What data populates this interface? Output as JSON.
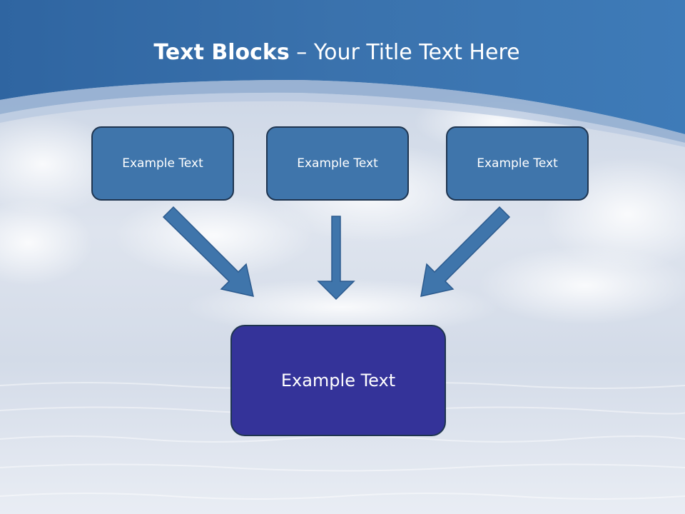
{
  "title": {
    "bold": "Text Blocks",
    "dash": " – ",
    "rest": "Your Title Text Here"
  },
  "boxes": [
    {
      "label": "Example Text"
    },
    {
      "label": "Example Text"
    },
    {
      "label": "Example Text"
    }
  ],
  "target": {
    "label": "Example Text"
  },
  "colors": {
    "header": "#3a72ad",
    "box": "#3f75ab",
    "target": "#343399",
    "arrow": "#3f75ab"
  }
}
